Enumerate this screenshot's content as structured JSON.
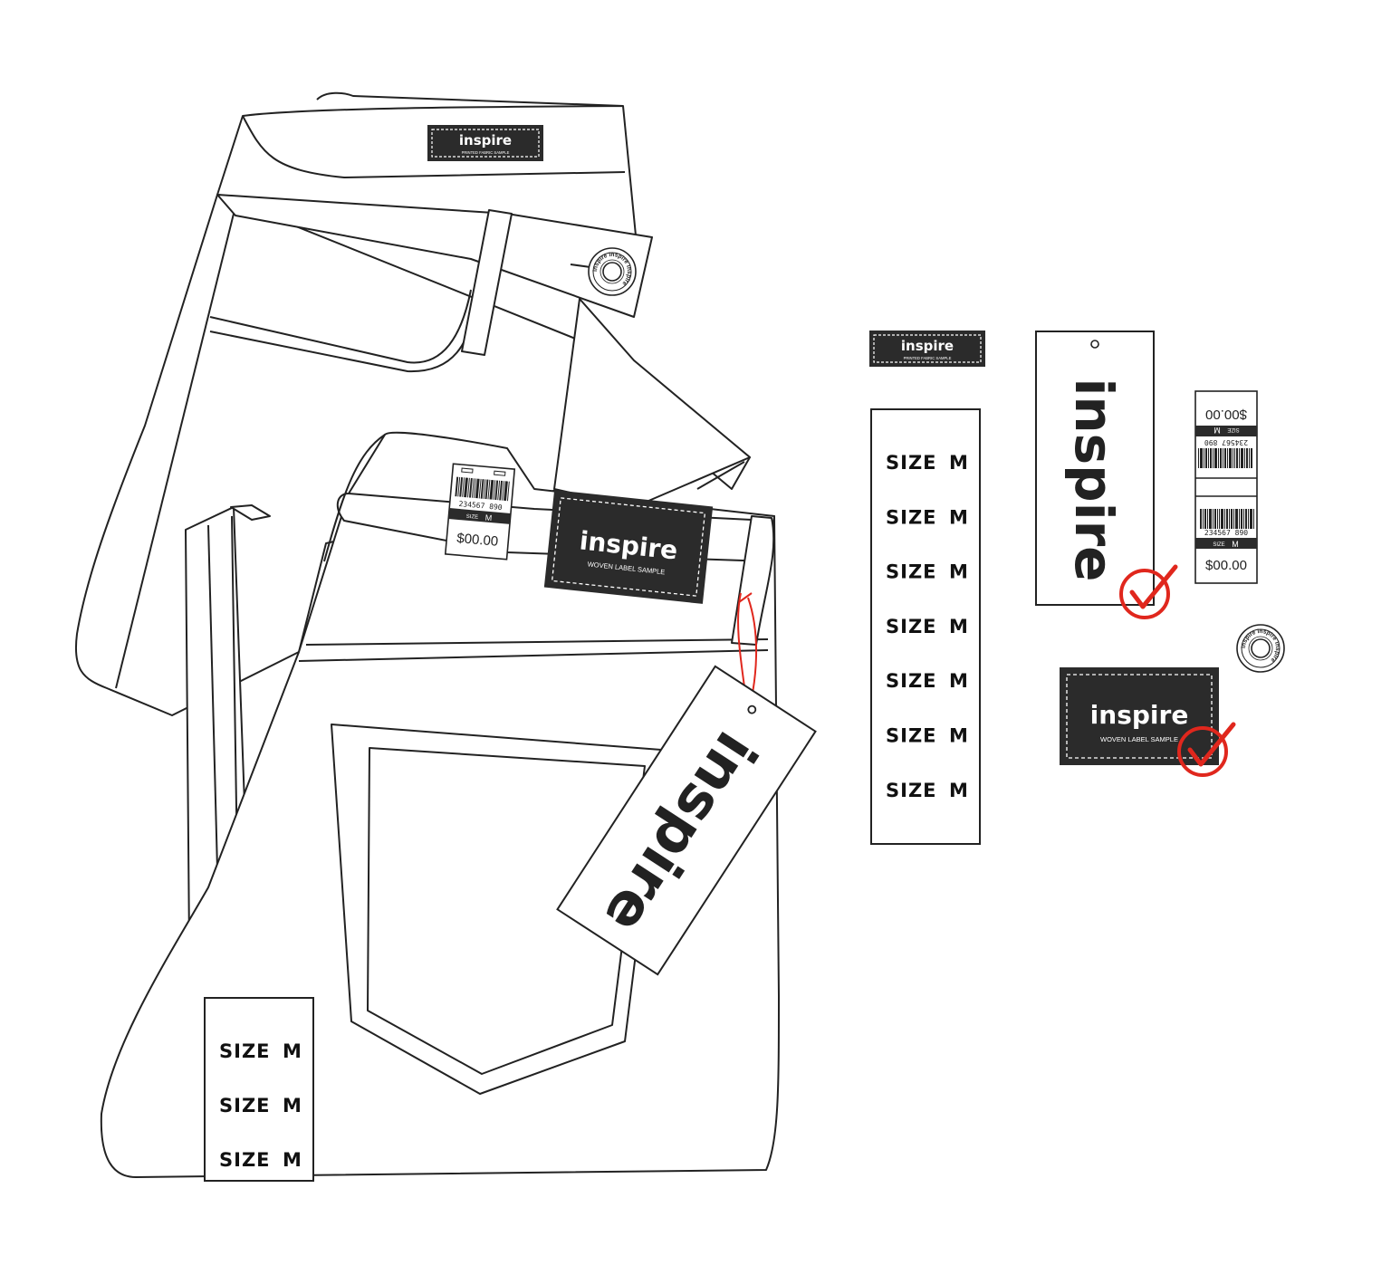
{
  "brand": {
    "name": "inspire",
    "printed_caption": "PRINTED FABRIC SAMPLE",
    "woven_caption": "WOVEN LABEL SAMPLE",
    "button_ring_text": "inspire inspire inspire"
  },
  "size_label": {
    "word": "SIZE",
    "value": "M",
    "jeans_rows": 3,
    "loose_rows": 7
  },
  "price_tag": {
    "barcode_number": "234567 890",
    "size_word": "SIZE",
    "size_value": "M",
    "price": "$00.00"
  },
  "colors": {
    "line": "#222222",
    "label_fill": "#2b2b2b",
    "label_text": "#ffffff",
    "check_red": "#e0271d",
    "string_red": "#e0271d",
    "background": "#ffffff"
  },
  "icons": [
    "checkmark-icon",
    "barcode-icon",
    "button-logo-icon"
  ]
}
